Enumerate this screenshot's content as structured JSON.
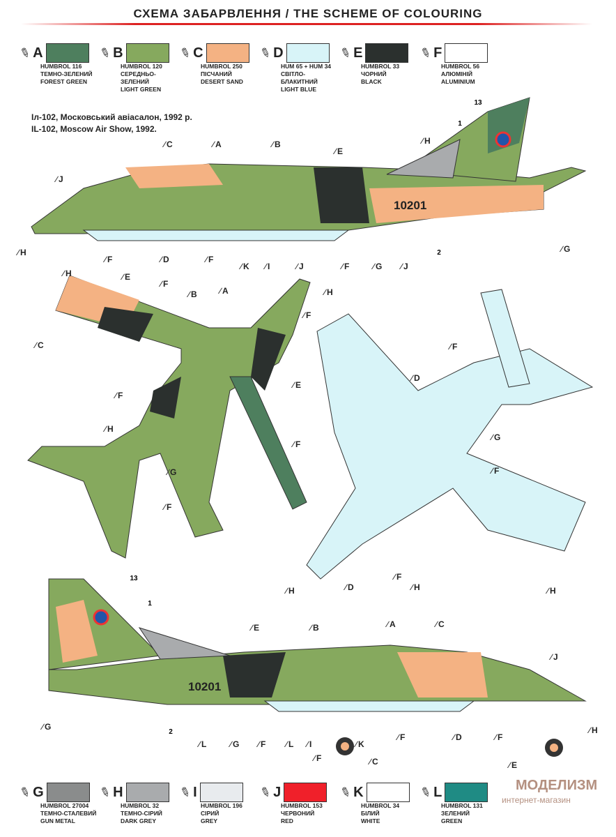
{
  "title": "СХЕМА ЗАБАРВЛЕННЯ / THE SCHEME OF COLOURING",
  "caption": {
    "ua": "Іл-102, Московський авіасалон, 1992 р.",
    "en": "IL-102, Moscow Air Show, 1992."
  },
  "paints_top": [
    {
      "letter": "A",
      "code": "HUMBROL 116",
      "ua": "ТЕМНО-ЗЕЛЕНИЙ",
      "en": "FOREST GREEN",
      "color": "#4e7f5e"
    },
    {
      "letter": "B",
      "code": "HUMBROL 120",
      "ua": "СЕРЕДНЬО-ЗЕЛЕНИЙ",
      "en": "LIGHT GREEN",
      "color": "#86a95e"
    },
    {
      "letter": "C",
      "code": "HUMBROL 250",
      "ua": "ПІСЧАНИЙ",
      "en": "DESERT SAND",
      "color": "#f4b283"
    },
    {
      "letter": "D",
      "code": "HUM 65 + HUM 34",
      "ua": "СВІТЛО-БЛАКИТНИЙ",
      "en": "LIGHT BLUE",
      "color": "#d8f4f8"
    },
    {
      "letter": "E",
      "code": "HUMBROL 33",
      "ua": "ЧОРНИЙ",
      "en": "BLACK",
      "color": "#2b302e"
    },
    {
      "letter": "F",
      "code": "HUMBROL 56",
      "ua": "АЛЮМІНІЙ",
      "en": "ALUMINIUM",
      "color": "#ffffff"
    }
  ],
  "paints_bottom": [
    {
      "letter": "G",
      "code": "HUMBROL 27004",
      "ua": "ТЕМНО-СТАЛЕВИЙ",
      "en": "GUN METAL",
      "color": "#8a8c8c"
    },
    {
      "letter": "H",
      "code": "HUMBROL 32",
      "ua": "ТЕМНО-СІРИЙ",
      "en": "DARK GREY",
      "color": "#a9abad"
    },
    {
      "letter": "I",
      "code": "HUMBROL 196",
      "ua": "СІРИЙ",
      "en": "GREY",
      "color": "#e8ebee"
    },
    {
      "letter": "J",
      "code": "HUMBROL 153",
      "ua": "ЧЕРВОНИЙ",
      "en": "RED",
      "color": "#f0202a"
    },
    {
      "letter": "K",
      "code": "HUMBROL 34",
      "ua": "БІЛИЙ",
      "en": "WHITE",
      "color": "#ffffff"
    },
    {
      "letter": "L",
      "code": "HUMBROL 131",
      "ua": "ЗЕЛЕНИЙ",
      "en": "GREEN",
      "color": "#1f8b84"
    }
  ],
  "serial": "10201",
  "decals": [
    "13",
    "1",
    "2"
  ],
  "callouts": [
    "C",
    "A",
    "B",
    "E",
    "H",
    "J",
    "H",
    "F",
    "D",
    "F",
    "K",
    "I",
    "J",
    "F",
    "G",
    "J",
    "G",
    "H",
    "E",
    "F",
    "B",
    "A",
    "H",
    "F",
    "C",
    "F",
    "E",
    "H",
    "G",
    "F",
    "F",
    "D",
    "G",
    "F",
    "F",
    "H",
    "D",
    "F",
    "H",
    "H",
    "E",
    "B",
    "A",
    "C",
    "J",
    "G",
    "L",
    "G",
    "F",
    "L",
    "I",
    "K",
    "F",
    "D",
    "F",
    "H",
    "F",
    "C",
    "E"
  ],
  "watermark": {
    "brand": "МОДЕЛИЗМ",
    "sub": "интернет-магазин"
  }
}
